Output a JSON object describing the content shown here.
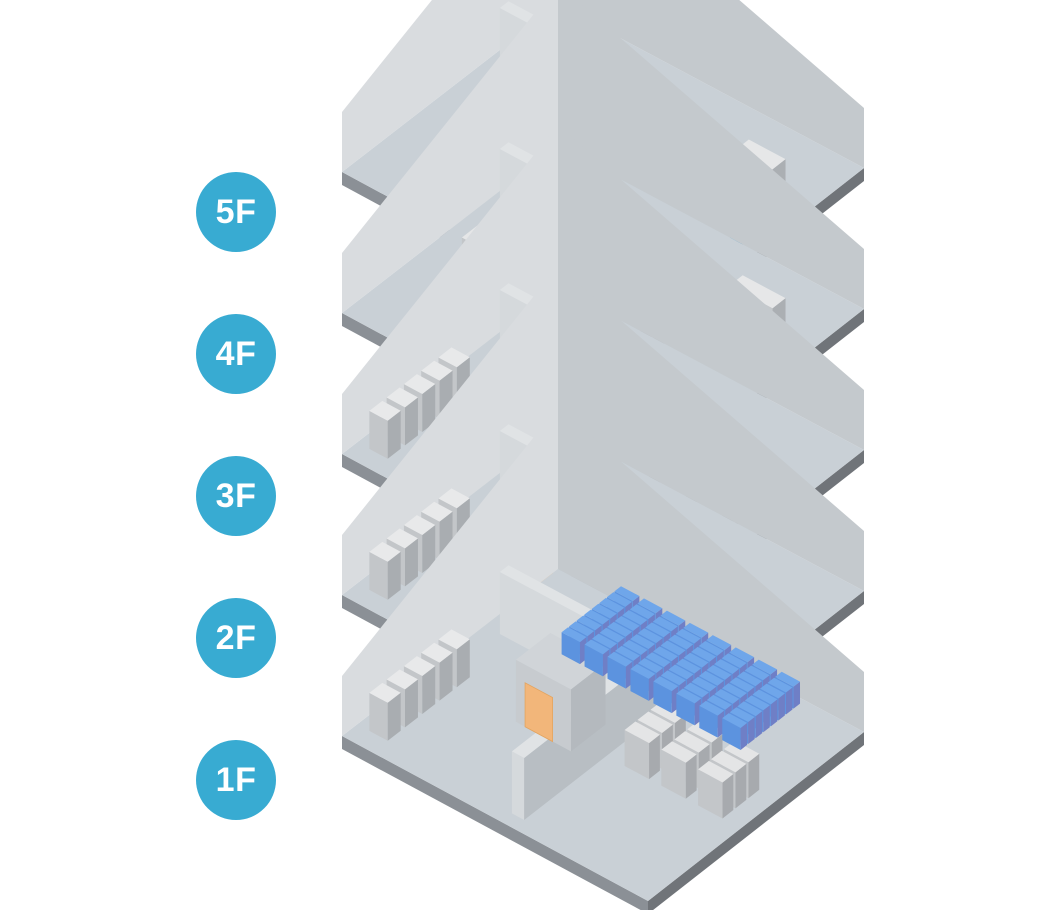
{
  "colors": {
    "badge": "#38ABD2",
    "floor_top": "#C9D0D6",
    "floor_left": "#8B9096",
    "floor_right": "#707479",
    "wall": "#D5D9DC",
    "wall_dark": "#B8BEC3",
    "rack_blue": "#5C93DF",
    "rack_blue_side": "#6F7FC6",
    "server_gray": "#C3C6C9",
    "door_orange": "#F2B67A",
    "light_yellow": "#F5E2B0"
  },
  "floors": [
    {
      "label": "5F",
      "type": "data-hall-with-blue-racks"
    },
    {
      "label": "4F",
      "type": "data-hall"
    },
    {
      "label": "3F",
      "type": "data-hall"
    },
    {
      "label": "2F",
      "type": "power-and-cooling"
    },
    {
      "label": "1F",
      "type": "operations-office"
    }
  ]
}
